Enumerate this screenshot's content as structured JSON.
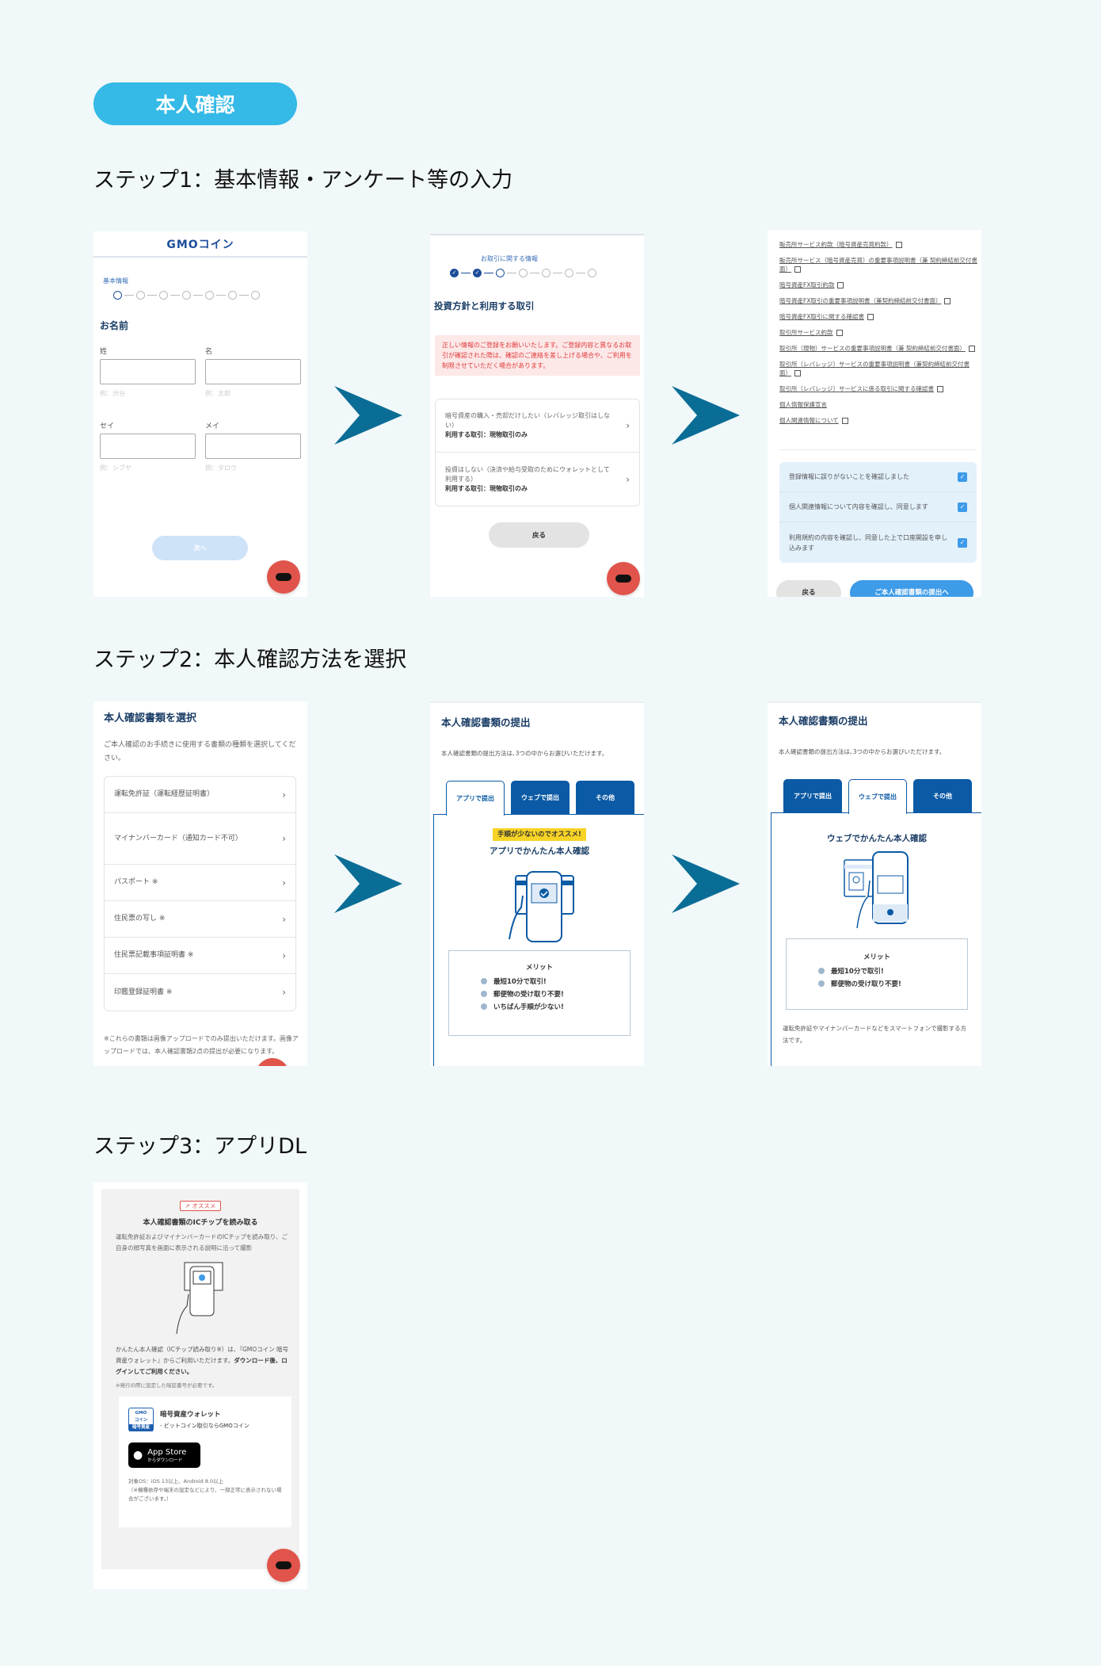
{
  "header": {
    "badge": "本人確認"
  },
  "steps": [
    {
      "title": "ステップ1：基本情報・アンケート等の入力"
    },
    {
      "title": "ステップ2：本人確認方法を選択"
    },
    {
      "title": "ステップ3：アプリDL"
    }
  ],
  "colors": {
    "accent": "#35b9e6",
    "arrow": "#0a6d96",
    "navy": "#1a3d66",
    "tab_blue": "#0b5aa5",
    "chat": "#e0544b",
    "submit": "#3d9be8"
  },
  "screen1": {
    "logo": "GMOコイン",
    "step_label": "基本情報",
    "heading": "お名前",
    "fields": [
      {
        "label": "姓",
        "hint": "例：渋谷"
      },
      {
        "label": "名",
        "hint": "例：太郎"
      },
      {
        "label": "セイ",
        "hint": "例：シブヤ"
      },
      {
        "label": "メイ",
        "hint": "例：タロウ"
      }
    ],
    "next_button": "次へ"
  },
  "screen2": {
    "step_label": "お取引に関する情報",
    "heading": "投資方針と利用する取引",
    "alert": "正しい情報のご登録をお願いいたします。ご登録内容と異なるお取引が確認された際は、確認のご連絡を差し上げる場合や、ご利用を制限させていただく場合があります。",
    "options": [
      {
        "text": "暗号資産の購入・売却だけしたい（レバレッジ取引はしない）",
        "sub": "利用する取引：現物取引のみ"
      },
      {
        "text": "投資はしない（決済や給与受取のためにウォレットとして利用する）",
        "sub": "利用する取引：現物取引のみ"
      }
    ],
    "back_button": "戻る"
  },
  "screen3": {
    "links": [
      "販売所サービス約款（暗号資産売買約款）",
      "販売所サービス（暗号資産売買）の重要事項説明書（兼 契約締結前交付書面）",
      "暗号資産FX取引約款",
      "暗号資産FX取引の重要事項説明書（兼契約締結前交付書面）",
      "暗号資産FX取引に関する確認書",
      "取引所サービス約款",
      "取引所（現物）サービスの重要事項説明書（兼 契約締結前交付書面）",
      "取引所（レバレッジ）サービスの重要事項説明書（兼契約締結前交付書面）",
      "取引所（レバレッジ）サービスに係る取引に関する確認書",
      "個人情報保護宣言",
      "個人関連情報について"
    ],
    "checks": [
      {
        "label": "登録情報に誤りがないことを確認しました",
        "checked": true
      },
      {
        "label": "個人関連情報について内容を確認し、同意します",
        "checked": true
      },
      {
        "label": "利用規約の内容を確認し、同意した上で口座開設を申し込みます",
        "checked": true
      }
    ],
    "back_button": "戻る",
    "submit_button": "ご本人確認書類の提出へ"
  },
  "screen4": {
    "heading": "本人確認書類を選択",
    "desc": "ご本人確認のお手続きに使用する書類の種類を選択してください。",
    "docs": [
      "運転免許証（運転経歴証明書）",
      "マイナンバーカード（通知カード不可）",
      "パスポート ※",
      "住民票の写し ※",
      "住民票記載事項証明書 ※",
      "印鑑登録証明書 ※"
    ],
    "note": "※これらの書類は画像アップロードでのみ提出いただけます。画像アップロードでは、本人確認書類2点の提出が必要になります。"
  },
  "screen5": {
    "heading": "本人確認書類の提出",
    "desc": "本人確認書類の提出方法は､3つの中からお選びいただけます。",
    "tabs": [
      "アプリで提出",
      "ウェブで提出",
      "その他"
    ],
    "active_tab": 0,
    "badge": "手順が少ないのでオススメ!",
    "title": "アプリでかんたん本人確認",
    "merit_title": "メリット",
    "merits": [
      "最短10分で取引!",
      "郵便物の受け取り不要!",
      "いちばん手順が少ない!"
    ]
  },
  "screen6": {
    "heading": "本人確認書類の提出",
    "desc": "本人確認書類の提出方法は､3つの中からお選びいただけます。",
    "tabs": [
      "アプリで提出",
      "ウェブで提出",
      "その他"
    ],
    "active_tab": 1,
    "title": "ウェブでかんたん本人確認",
    "merit_title": "メリット",
    "merits": [
      "最短10分で取引!",
      "郵便物の受け取り不要!"
    ],
    "footer": "運転免許証やマイナンバーカードなどをスマートフォンで撮影する方法です。"
  },
  "screen7": {
    "badge": "オススメ",
    "heading": "本人確認書類のICチップを読み取る",
    "desc": "運転免許証およびマイナンバーカードのICチップを読み取り、ご自身の顔写真を画面に表示される説明に沿って撮影",
    "body": "かんたん本人確認（ICチップ読み取り※）は、『GMOコイン 暗号資産ウォレット』からご利用いただけます。",
    "body_bold": "ダウンロード後、ログインしてご利用ください。",
    "note": "※発行の際に設定した暗証番号が必要です。",
    "app_icon_text": "GMOコイン 暗号資産",
    "app_name": "暗号資産ウォレット",
    "app_sub": "- ビットコイン取引ならGMOコイン",
    "store_main": "App Store",
    "store_sub": "からダウンロード",
    "os": "対象OS：iOS 13以上、Android 8.0以上",
    "os_note": "（※機種依存や端末の設定などにより、一部正常に表示されない場合がございます。）"
  }
}
